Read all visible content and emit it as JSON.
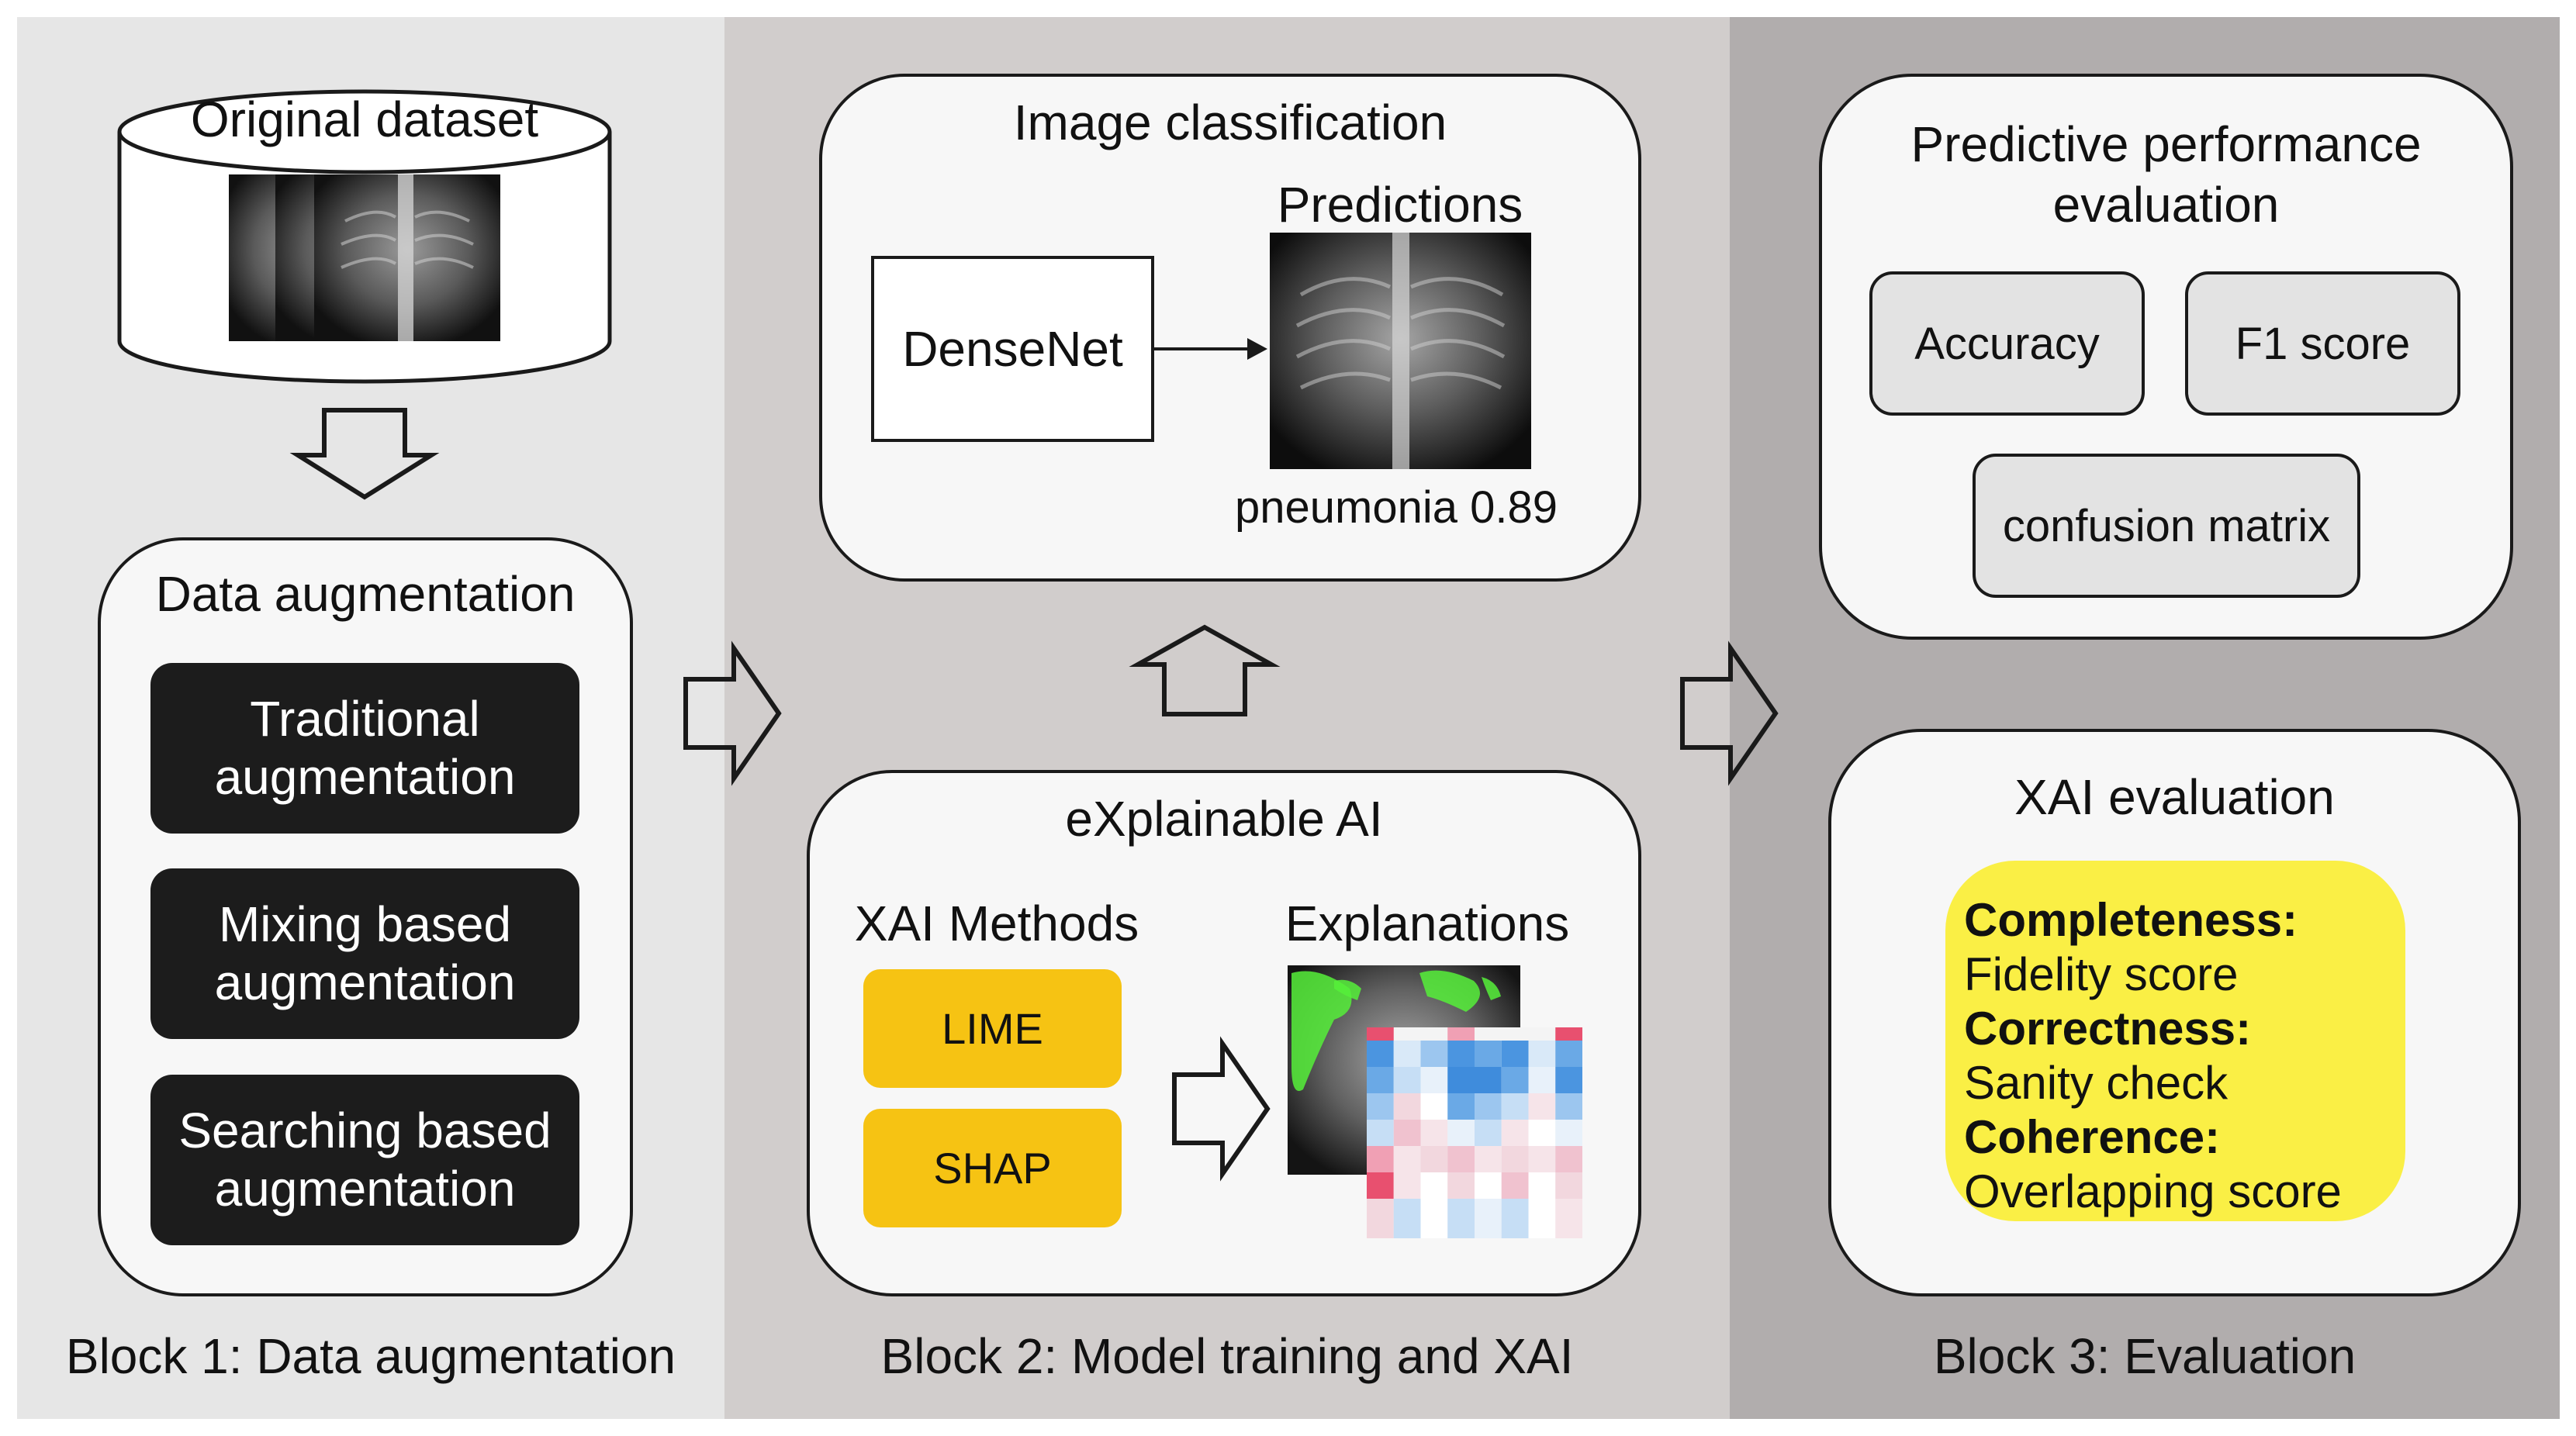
{
  "blocks": {
    "block1": {
      "caption": "Block 1: Data augmentation",
      "dataset_label": "Original dataset",
      "augmentation": {
        "title": "Data augmentation",
        "methods": [
          {
            "line1": "Traditional",
            "line2": "augmentation"
          },
          {
            "line1": "Mixing based",
            "line2": "augmentation"
          },
          {
            "line1": "Searching based",
            "line2": "augmentation"
          }
        ]
      }
    },
    "block2": {
      "caption": "Block 2: Model training and XAI",
      "classification": {
        "title": "Image classification",
        "model": "DenseNet",
        "predictions_label": "Predictions",
        "prediction_result": "pneumonia 0.89"
      },
      "xai": {
        "title": "eXplainable AI",
        "methods_label": "XAI Methods",
        "methods": [
          "LIME",
          "SHAP"
        ],
        "explanations_label": "Explanations"
      }
    },
    "block3": {
      "caption": "Block 3: Evaluation",
      "predictive": {
        "title_line1": "Predictive performance",
        "title_line2": "evaluation",
        "metrics": [
          "Accuracy",
          "F1 score",
          "confusion matrix"
        ]
      },
      "xai_eval": {
        "title": "XAI evaluation",
        "criteria": [
          {
            "name": "Completeness:",
            "metric": "Fidelity score"
          },
          {
            "name": "Correctness:",
            "metric": "Sanity check"
          },
          {
            "name": "Coherence:",
            "metric": "Overlapping score"
          }
        ]
      }
    }
  },
  "colors": {
    "panel1": "#e6e6e6",
    "panel2": "#d1cdcc",
    "panel3": "#b1adad",
    "dark_button": "#1c1c1c",
    "method_yellow": "#f6c313",
    "criteria_yellow": "#faef45",
    "saliency_green": "#56f03a"
  }
}
